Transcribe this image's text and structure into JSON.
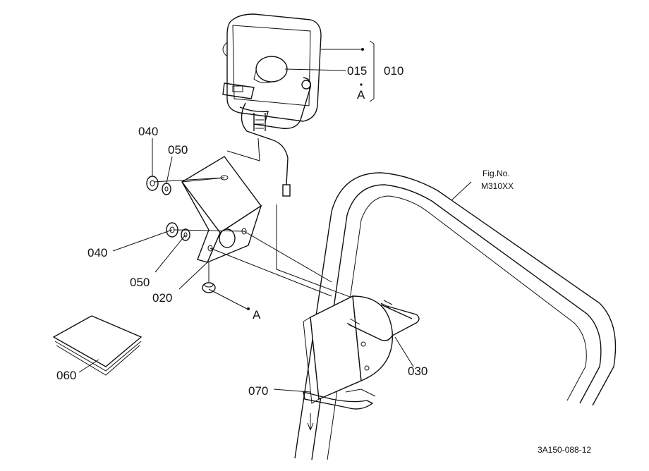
{
  "labels": {
    "p010": "010",
    "p015": "015",
    "pA_top": "A",
    "p040_top": "040",
    "p050_top": "050",
    "p040_bottom": "040",
    "p050_bottom": "050",
    "p020": "020",
    "pA_bottom": "A",
    "p060": "060",
    "p070": "070",
    "p030": "030",
    "fig_no": "Fig.No.",
    "fig_model": "M310XX",
    "drawing_code": "3A150-088-12"
  }
}
